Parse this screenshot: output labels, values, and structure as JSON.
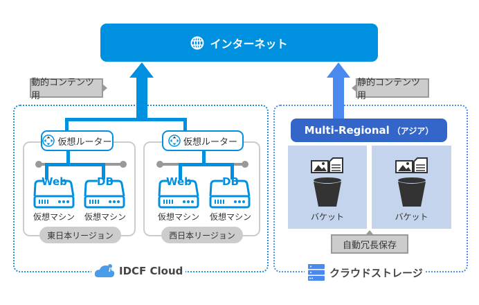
{
  "internet": {
    "label": "インターネット",
    "icon": "globe-icon"
  },
  "tags": {
    "dynamic": "動的コンテンツ用",
    "static": "静的コンテンツ用",
    "redundancy": "自動冗長保存"
  },
  "idcf": {
    "name": "IDCF Cloud",
    "regions": [
      {
        "name": "東日本リージョン",
        "router": "仮想ルーター",
        "vms": [
          {
            "badge": "Web",
            "label": "仮想マシン"
          },
          {
            "badge": "DB",
            "label": "仮想マシン"
          }
        ]
      },
      {
        "name": "西日本リージョン",
        "router": "仮想ルーター",
        "vms": [
          {
            "badge": "Web",
            "label": "仮想マシン"
          },
          {
            "badge": "DB",
            "label": "仮想マシン"
          }
        ]
      }
    ]
  },
  "storage": {
    "name": "クラウドストレージ",
    "multi_regional": "Multi-Regional",
    "region_note": "（アジア）",
    "buckets": [
      {
        "label": "バケット"
      },
      {
        "label": "バケット"
      }
    ]
  },
  "colors": {
    "primary": "#0090e0",
    "storage_blue": "#3366c8",
    "arrow_storage": "#4a8af0",
    "bucket_bg": "#c4d4ec"
  }
}
